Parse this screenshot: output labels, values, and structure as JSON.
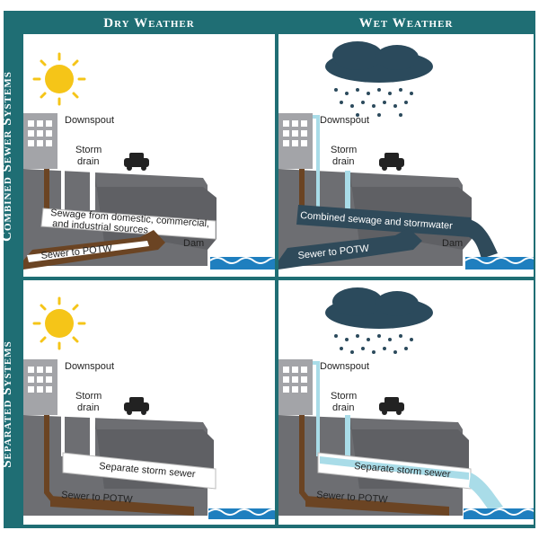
{
  "columns": {
    "dry": "Dry Weather",
    "wet": "Wet Weather"
  },
  "rows": {
    "combined": "Combined Sewer Systems",
    "separated": "Separated Systems"
  },
  "panels": {
    "combined_dry": {
      "downspout": "Downspout",
      "storm": "Storm",
      "drain": "drain",
      "pipe_line1": "Sewage from domestic, commercial,",
      "pipe_line2": "and industrial sources",
      "potw": "Sewer to POTW",
      "dam": "Dam"
    },
    "combined_wet": {
      "downspout": "Downspout",
      "storm": "Storm",
      "drain": "drain",
      "pipe": "Combined sewage and stormwater",
      "potw": "Sewer to POTW",
      "dam": "Dam"
    },
    "separated_dry": {
      "downspout": "Downspout",
      "storm": "Storm",
      "drain": "drain",
      "pipe": "Separate storm sewer",
      "potw": "Sewer to POTW"
    },
    "separated_wet": {
      "downspout": "Downspout",
      "storm": "Storm",
      "drain": "drain",
      "pipe": "Separate storm sewer",
      "potw": "Sewer to POTW"
    }
  },
  "colors": {
    "frame": "#1f6e74",
    "ground": "#6d6e72",
    "sewage": "#6b4423",
    "stormwater": "#a9dce8",
    "combined_pipe": "#2f4a5a",
    "water": "#1f7fbf",
    "sun": "#f5c518",
    "cloud": "#2b4a5c"
  }
}
